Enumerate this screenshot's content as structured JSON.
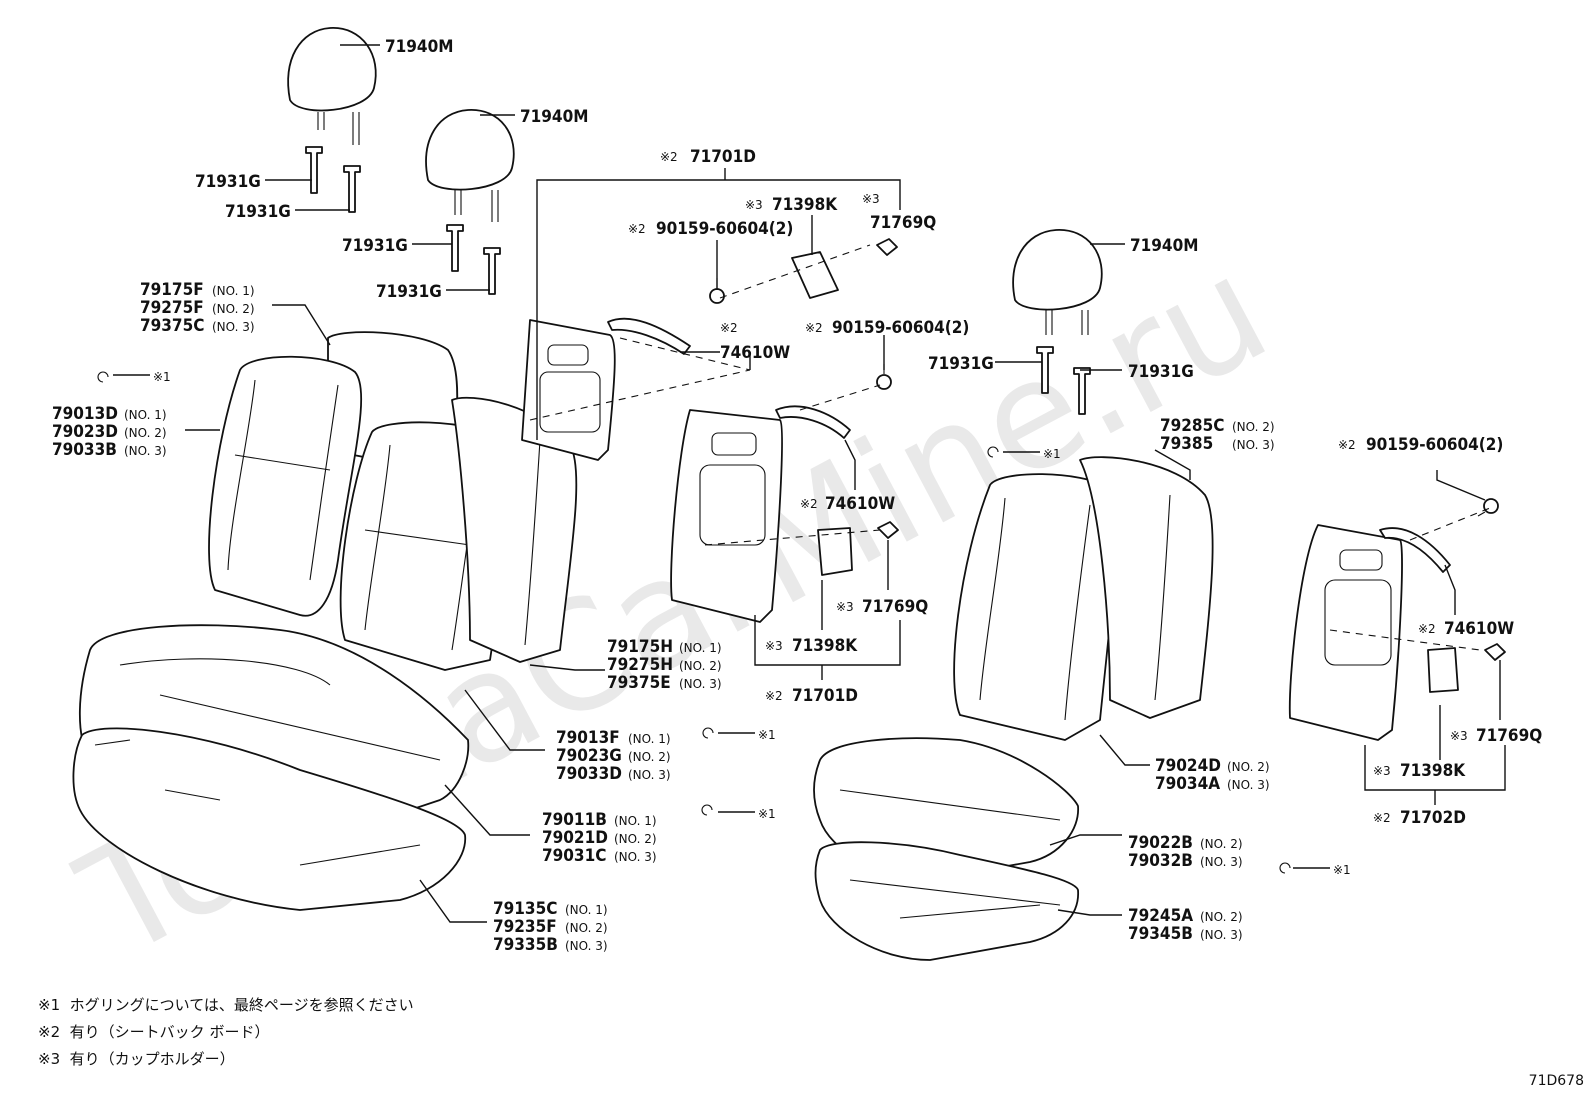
{
  "watermark": "ToyotaCarMine.ru",
  "diagram_code": "71D678",
  "notes": [
    {
      "mark": "※1",
      "text": "ホグリングについては、最終ページを参照ください"
    },
    {
      "mark": "※2",
      "text": "有り（シートバック ボード）"
    },
    {
      "mark": "※3",
      "text": "有り（カップホルダー）"
    }
  ],
  "labels": {
    "hr1": "71940M",
    "hr2": "71940M",
    "hr3": "71940M",
    "g1": "71931G",
    "g2": "71931G",
    "g3": "71931G",
    "g4": "71931G",
    "g5": "71931G",
    "g6": "71931G",
    "c1_n": "※2",
    "c1": "71701D",
    "k1_n": "※3",
    "k1": "71398K",
    "q1_n": "※3",
    "q1": "71769Q",
    "b1_n": "※2",
    "b1": "90159-60604(2)",
    "h1_n": "※2",
    "h1": "74610W",
    "b2_n": "※2",
    "b2": "90159-60604(2)",
    "h2_n": "※2",
    "h2": "74610W",
    "q2_n": "※3",
    "q2": "71769Q",
    "k2_n": "※3",
    "k2": "71398K",
    "c2_n": "※2",
    "c2": "71701D",
    "b3_n": "※2",
    "b3": "90159-60604(2)",
    "h3_n": "※2",
    "h3": "74610W",
    "q3_n": "※3",
    "q3": "71769Q",
    "k3_n": "※3",
    "k3": "71398K",
    "c3_n": "※2",
    "c3": "71702D",
    "hog1": "※1",
    "hog2": "※1",
    "hog3": "※1",
    "hog4": "※1",
    "hog5": "※1",
    "a1": "79175F",
    "a1v": "(NO. 1)",
    "a2": "79275F",
    "a2v": "(NO. 2)",
    "a3": "79375C",
    "a3v": "(NO. 3)",
    "d1": "79013D",
    "d1v": "(NO. 1)",
    "d2": "79023D",
    "d2v": "(NO. 2)",
    "d3": "79033B",
    "d3v": "(NO. 3)",
    "e1": "79175H",
    "e1v": "(NO. 1)",
    "e2": "79275H",
    "e2v": "(NO. 2)",
    "e3": "79375E",
    "e3v": "(NO. 3)",
    "f1": "79013F",
    "f1v": "(NO. 1)",
    "f2": "79023G",
    "f2v": "(NO. 2)",
    "f3": "79033D",
    "f3v": "(NO. 3)",
    "s1": "79011B",
    "s1v": "(NO. 1)",
    "s2": "79021D",
    "s2v": "(NO. 2)",
    "s3": "79031C",
    "s3v": "(NO. 3)",
    "p1": "79135C",
    "p1v": "(NO. 1)",
    "p2": "79235F",
    "p2v": "(NO. 2)",
    "p3": "79335B",
    "p3v": "(NO. 3)",
    "r1": "79285C",
    "r1v": "(NO. 2)",
    "r2": "79385",
    "r2v": "(NO. 3)",
    "t1": "79024D",
    "t1v": "(NO. 2)",
    "t2": "79034A",
    "t2v": "(NO. 3)",
    "u1": "79022B",
    "u1v": "(NO. 2)",
    "u2": "79032B",
    "u2v": "(NO. 3)",
    "v1": "79245A",
    "v1v": "(NO. 2)",
    "v2": "79345B",
    "v2v": "(NO. 3)"
  }
}
